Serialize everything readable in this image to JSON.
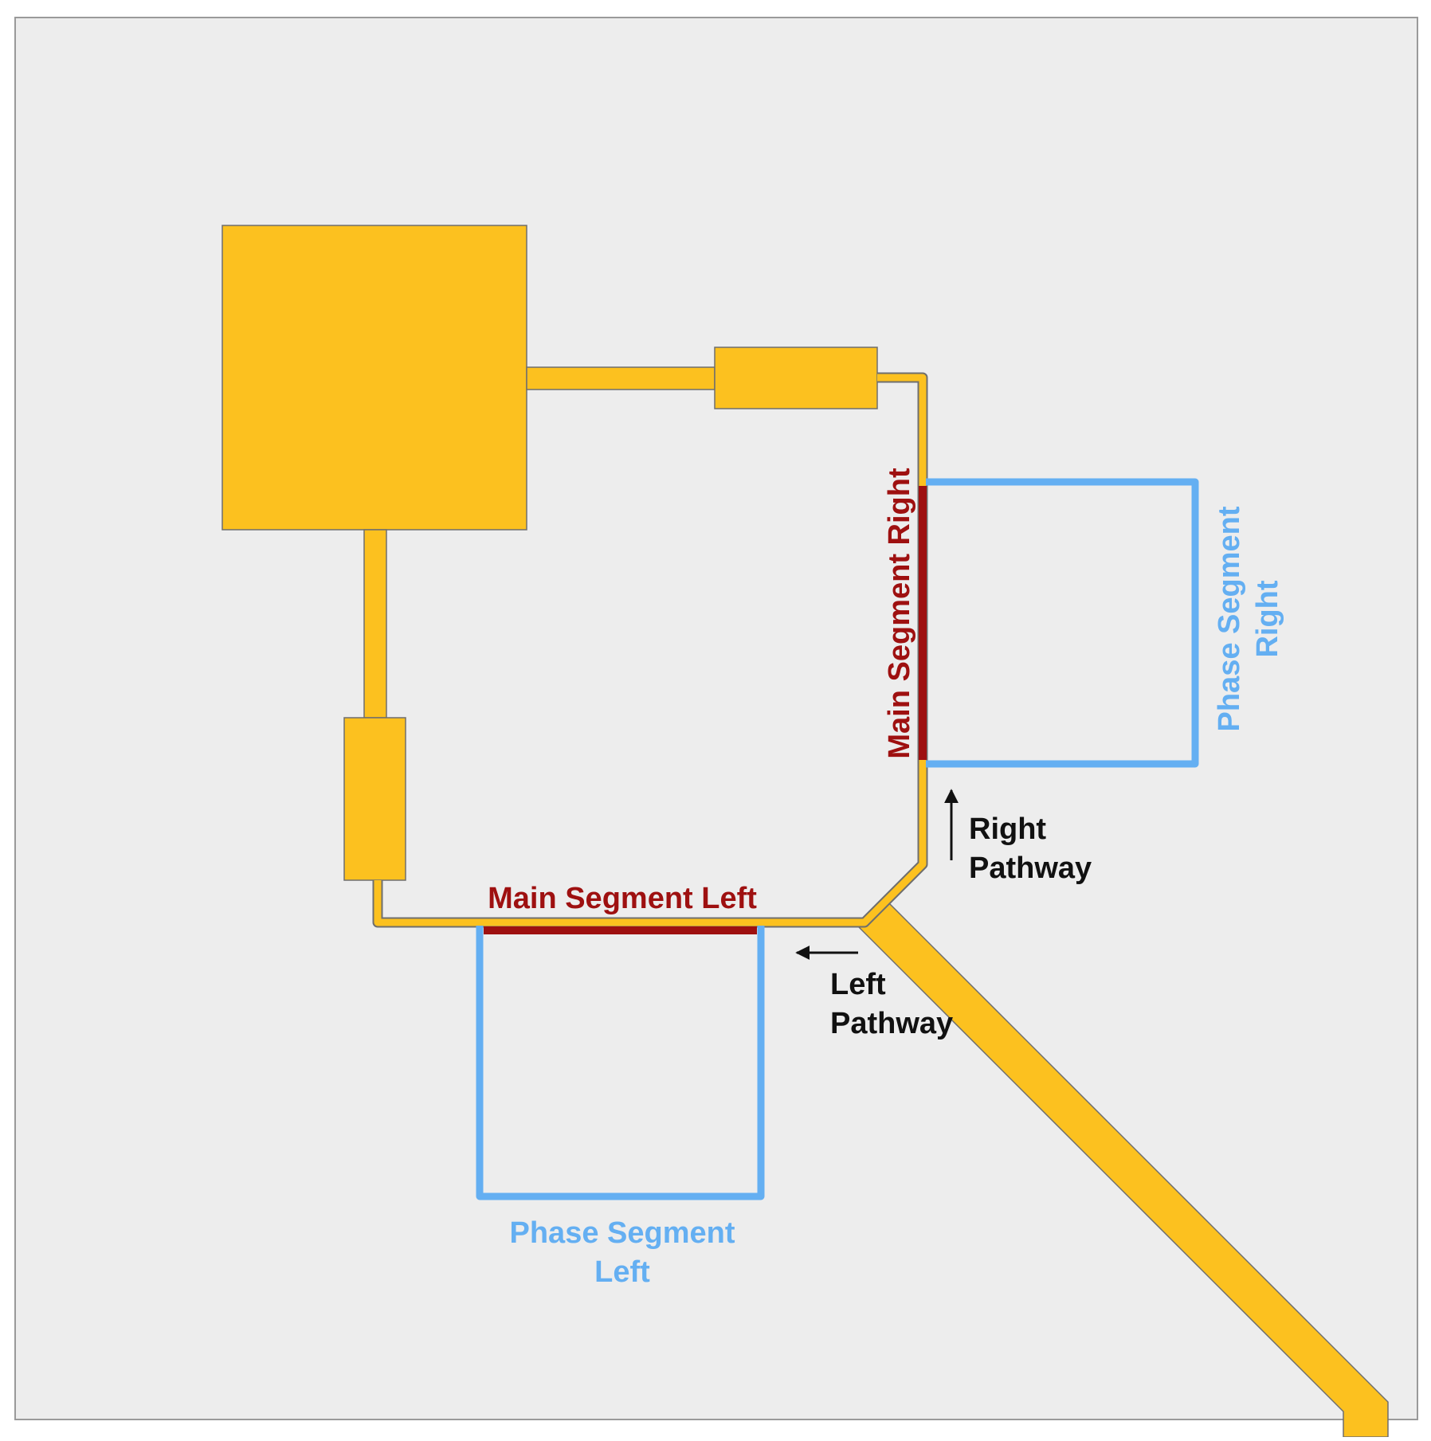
{
  "colors": {
    "background": "#ededed",
    "frame_border": "#9a9a9a",
    "trace_fill": "#fcc11f",
    "trace_outline": "#6e6e6e",
    "main_segment": "#9e1010",
    "phase_segment": "#64aff2",
    "arrow": "#111111",
    "pathway_text": "#111111"
  },
  "labels": {
    "main_segment_left": "Main Segment Left",
    "main_segment_right": "Main Segment Right",
    "phase_segment_left_line1": "Phase Segment",
    "phase_segment_left_line2": "Left",
    "phase_segment_right_line1": "Phase Segment",
    "phase_segment_right_line2": "Right",
    "right_pathway_line1": "Right",
    "right_pathway_line2": "Pathway",
    "left_pathway_line1": "Left",
    "left_pathway_line2": "Pathway"
  },
  "icons": {
    "right_pathway_arrow": "arrow-up-icon",
    "left_pathway_arrow": "arrow-left-icon"
  }
}
